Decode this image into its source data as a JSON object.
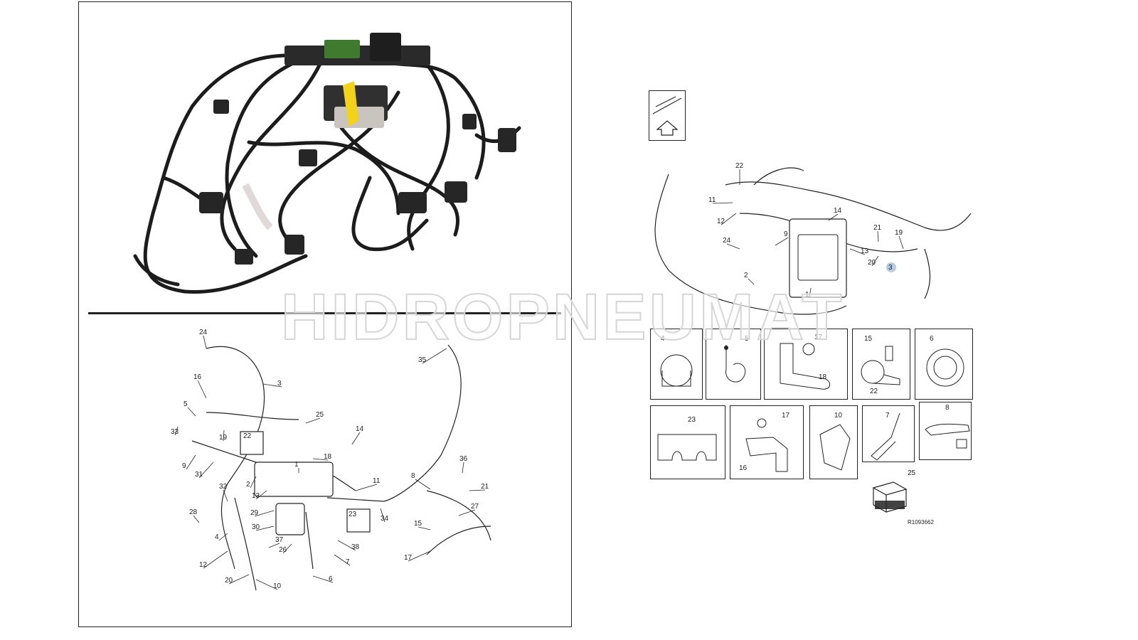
{
  "watermark": "HIDROPNEUMAT",
  "reference_code": "R1093662",
  "bottom_left_callouts": [
    "24",
    "3",
    "16",
    "5",
    "33",
    "25",
    "19",
    "14",
    "9",
    "31",
    "22",
    "18",
    "36",
    "8",
    "21",
    "35",
    "2",
    "1",
    "11",
    "32",
    "13",
    "28",
    "29",
    "23",
    "34",
    "30",
    "27",
    "15",
    "4",
    "37",
    "26",
    "38",
    "7",
    "17",
    "12",
    "6",
    "20",
    "10"
  ],
  "right_main_callouts": [
    "22",
    "11",
    "12",
    "24",
    "9",
    "14",
    "21",
    "19",
    "13",
    "20",
    "3",
    "2",
    "1"
  ],
  "parts_grid": [
    {
      "ids": [
        "4"
      ]
    },
    {
      "ids": [
        "5"
      ]
    },
    {
      "ids": [
        "17",
        "18"
      ]
    },
    {
      "ids": [
        "15",
        "22"
      ]
    },
    {
      "ids": [
        "6"
      ]
    },
    {
      "ids": [
        "23"
      ]
    },
    {
      "ids": [
        "17",
        "16"
      ]
    },
    {
      "ids": [
        "10"
      ]
    },
    {
      "ids": [
        "7"
      ]
    },
    {
      "ids": [
        "8"
      ]
    }
  ],
  "kit_box_label": "25",
  "colors": {
    "line": "#222222",
    "harness": "#1c1c1c",
    "connector_green": "#3f7a2e",
    "clip_yellow": "#f2d21b",
    "callout_circle": "#9ab8d6"
  }
}
